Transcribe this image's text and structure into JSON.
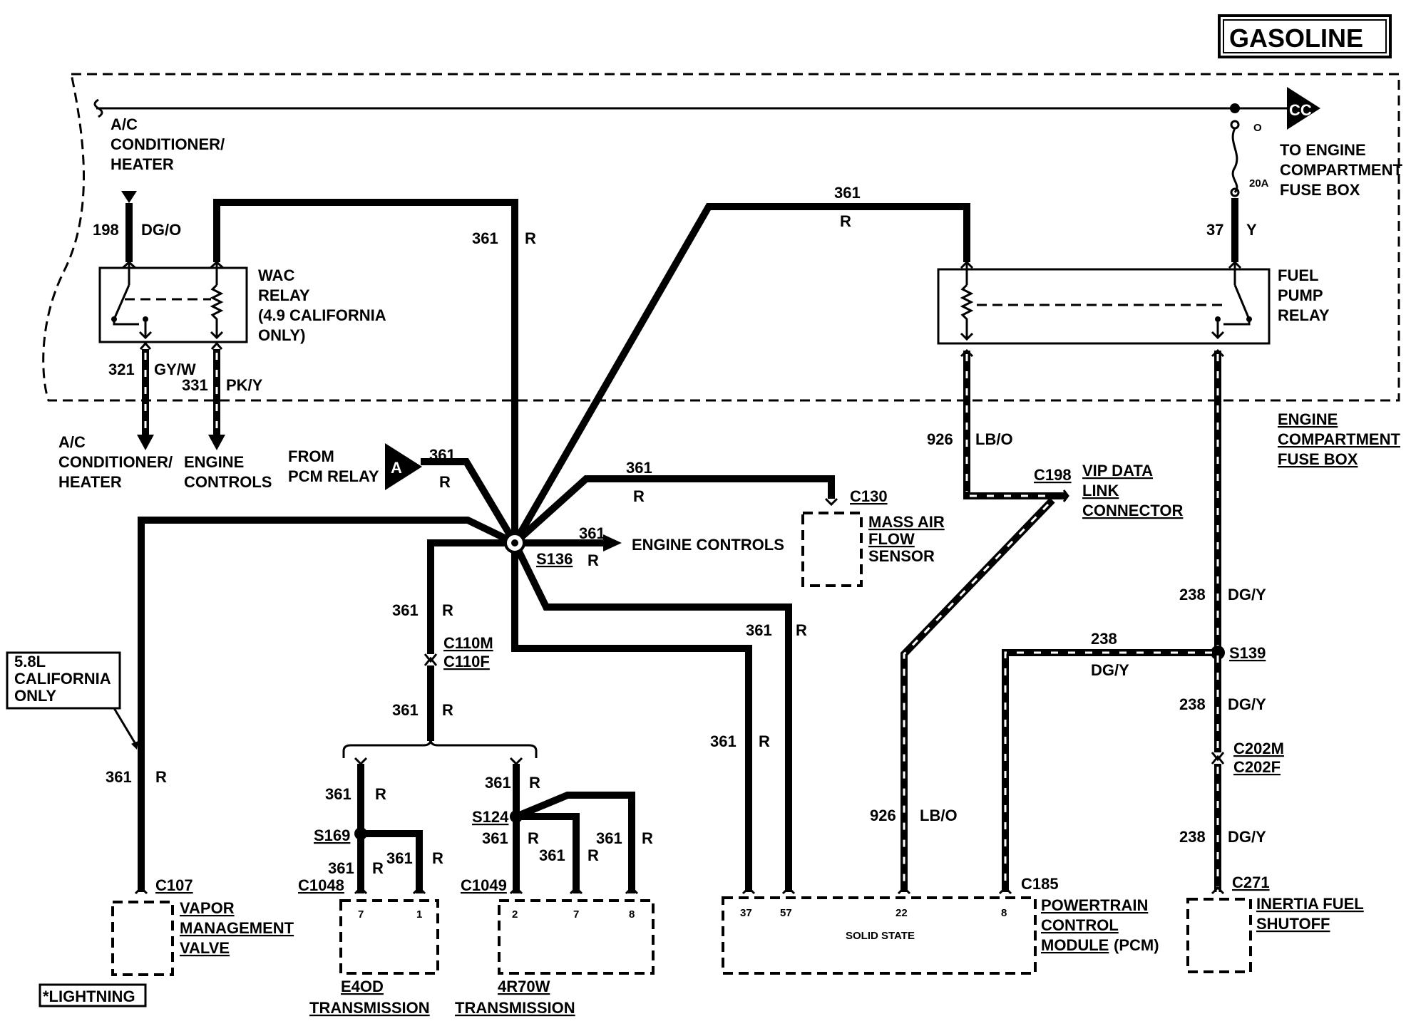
{
  "header": {
    "badge": "GASOLINE"
  },
  "connectors_top": {
    "ac_source": [
      "A/C",
      "CONDITIONER/",
      "HEATER"
    ],
    "cc_label": "CC",
    "to_fuse_box": [
      "TO ENGINE",
      "COMPARTMENT",
      "FUSE BOX"
    ],
    "fuse_letter": "O",
    "fuse_rating": "20A"
  },
  "wac_relay": {
    "label": [
      "WAC",
      "RELAY",
      "(4.9 CALIFORNIA",
      "ONLY)"
    ],
    "in_circuit": "198",
    "in_color": "DG/O",
    "out1_circuit": "321",
    "out1_color": "GY/W",
    "out2_circuit": "331",
    "out2_color": "PK/Y",
    "out1_dest": [
      "A/C",
      "CONDITIONER/",
      "HEATER"
    ],
    "out2_dest": [
      "ENGINE",
      "CONTROLS"
    ]
  },
  "fuel_pump_relay": {
    "label": [
      "FUEL",
      "PUMP",
      "RELAY"
    ],
    "in_circuit": "37",
    "in_color": "Y",
    "top_circuit": "361",
    "top_color": "R",
    "fuse_box_label": [
      "ENGINE",
      "COMPARTMENT",
      "FUSE BOX"
    ]
  },
  "splice_s136": {
    "name": "S136",
    "color": "R",
    "from_pcm": [
      "FROM",
      "PCM RELAY"
    ],
    "pcm_marker": "A",
    "engine_controls": "ENGINE CONTROLS",
    "circuit": "361"
  },
  "mass_air_flow": {
    "connector": "C130",
    "label": [
      "MASS AIR",
      "FLOW",
      "SENSOR"
    ]
  },
  "vip": {
    "connector": "C198",
    "label": [
      "VIP DATA",
      "LINK",
      "CONNECTOR"
    ],
    "circuit": "926",
    "color": "LB/O"
  },
  "s139": {
    "name": "S139",
    "circuit": "238",
    "color": "DG/Y"
  },
  "inline_c202": {
    "male": "C202M",
    "female": "C202F"
  },
  "inertia": {
    "connector": "C271",
    "label": [
      "INERTIA FUEL",
      "SHUTOFF"
    ]
  },
  "c110": {
    "male": "C110M",
    "female": "C110F"
  },
  "california_note": [
    "5.8L",
    "CALIFORNIA",
    "ONLY"
  ],
  "vapor": {
    "connector": "C107",
    "label": [
      "VAPOR",
      "MANAGEMENT",
      "VALVE"
    ]
  },
  "lightning": "*LIGHTNING",
  "e4od": {
    "connector": "C1048",
    "splice": "S169",
    "pin_a": "7",
    "pin_b": "1",
    "label": [
      "E4OD",
      "TRANSMISSION"
    ]
  },
  "r4r70w": {
    "connector": "C1049",
    "splice": "S124",
    "pin_a": "2",
    "pin_b": "7",
    "pin_c": "8",
    "label": [
      "4R70W",
      "TRANSMISSION"
    ]
  },
  "pcm": {
    "connector": "C185",
    "inner": "SOLID STATE",
    "pins": [
      "37",
      "57",
      "22",
      "8"
    ],
    "label": [
      "POWERTRAIN",
      "CONTROL",
      "MODULE",
      "(PCM)"
    ]
  }
}
